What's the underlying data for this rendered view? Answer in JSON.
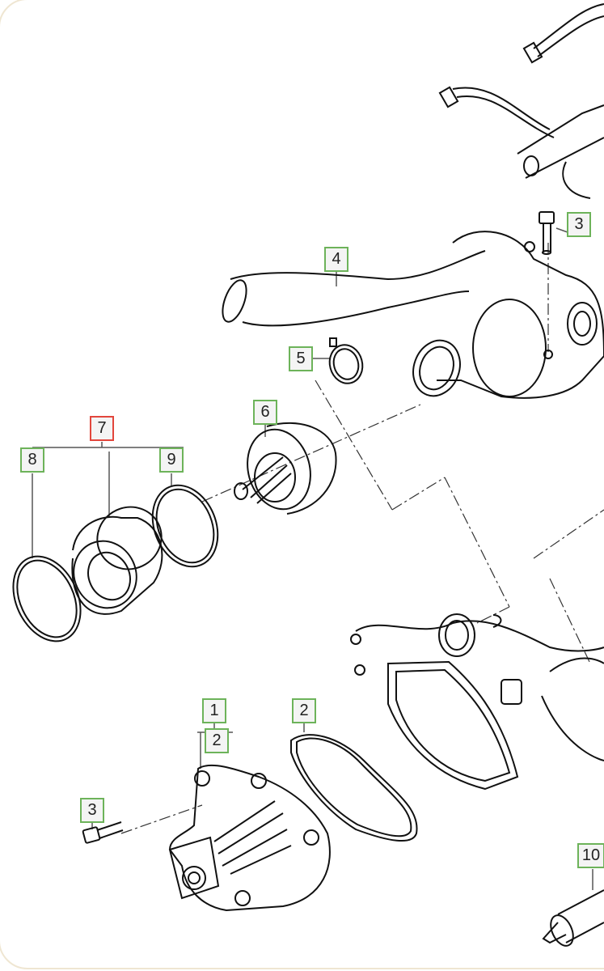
{
  "diagram": {
    "callouts": [
      {
        "id": "c3a",
        "label": "3",
        "highlight": false
      },
      {
        "id": "c4",
        "label": "4",
        "highlight": false
      },
      {
        "id": "c5",
        "label": "5",
        "highlight": false
      },
      {
        "id": "c6",
        "label": "6",
        "highlight": false
      },
      {
        "id": "c7",
        "label": "7",
        "highlight": true
      },
      {
        "id": "c8",
        "label": "8",
        "highlight": false
      },
      {
        "id": "c9",
        "label": "9",
        "highlight": false
      },
      {
        "id": "c1",
        "label": "1",
        "highlight": false
      },
      {
        "id": "c2a",
        "label": "2",
        "highlight": false
      },
      {
        "id": "c2b",
        "label": "2",
        "highlight": false
      },
      {
        "id": "c3b",
        "label": "3",
        "highlight": false
      },
      {
        "id": "c10",
        "label": "10",
        "highlight": false
      }
    ],
    "colors": {
      "callout_border": "#6db35a",
      "selected_border": "#e2463c",
      "line": "#111111",
      "leader": "#555555"
    }
  }
}
